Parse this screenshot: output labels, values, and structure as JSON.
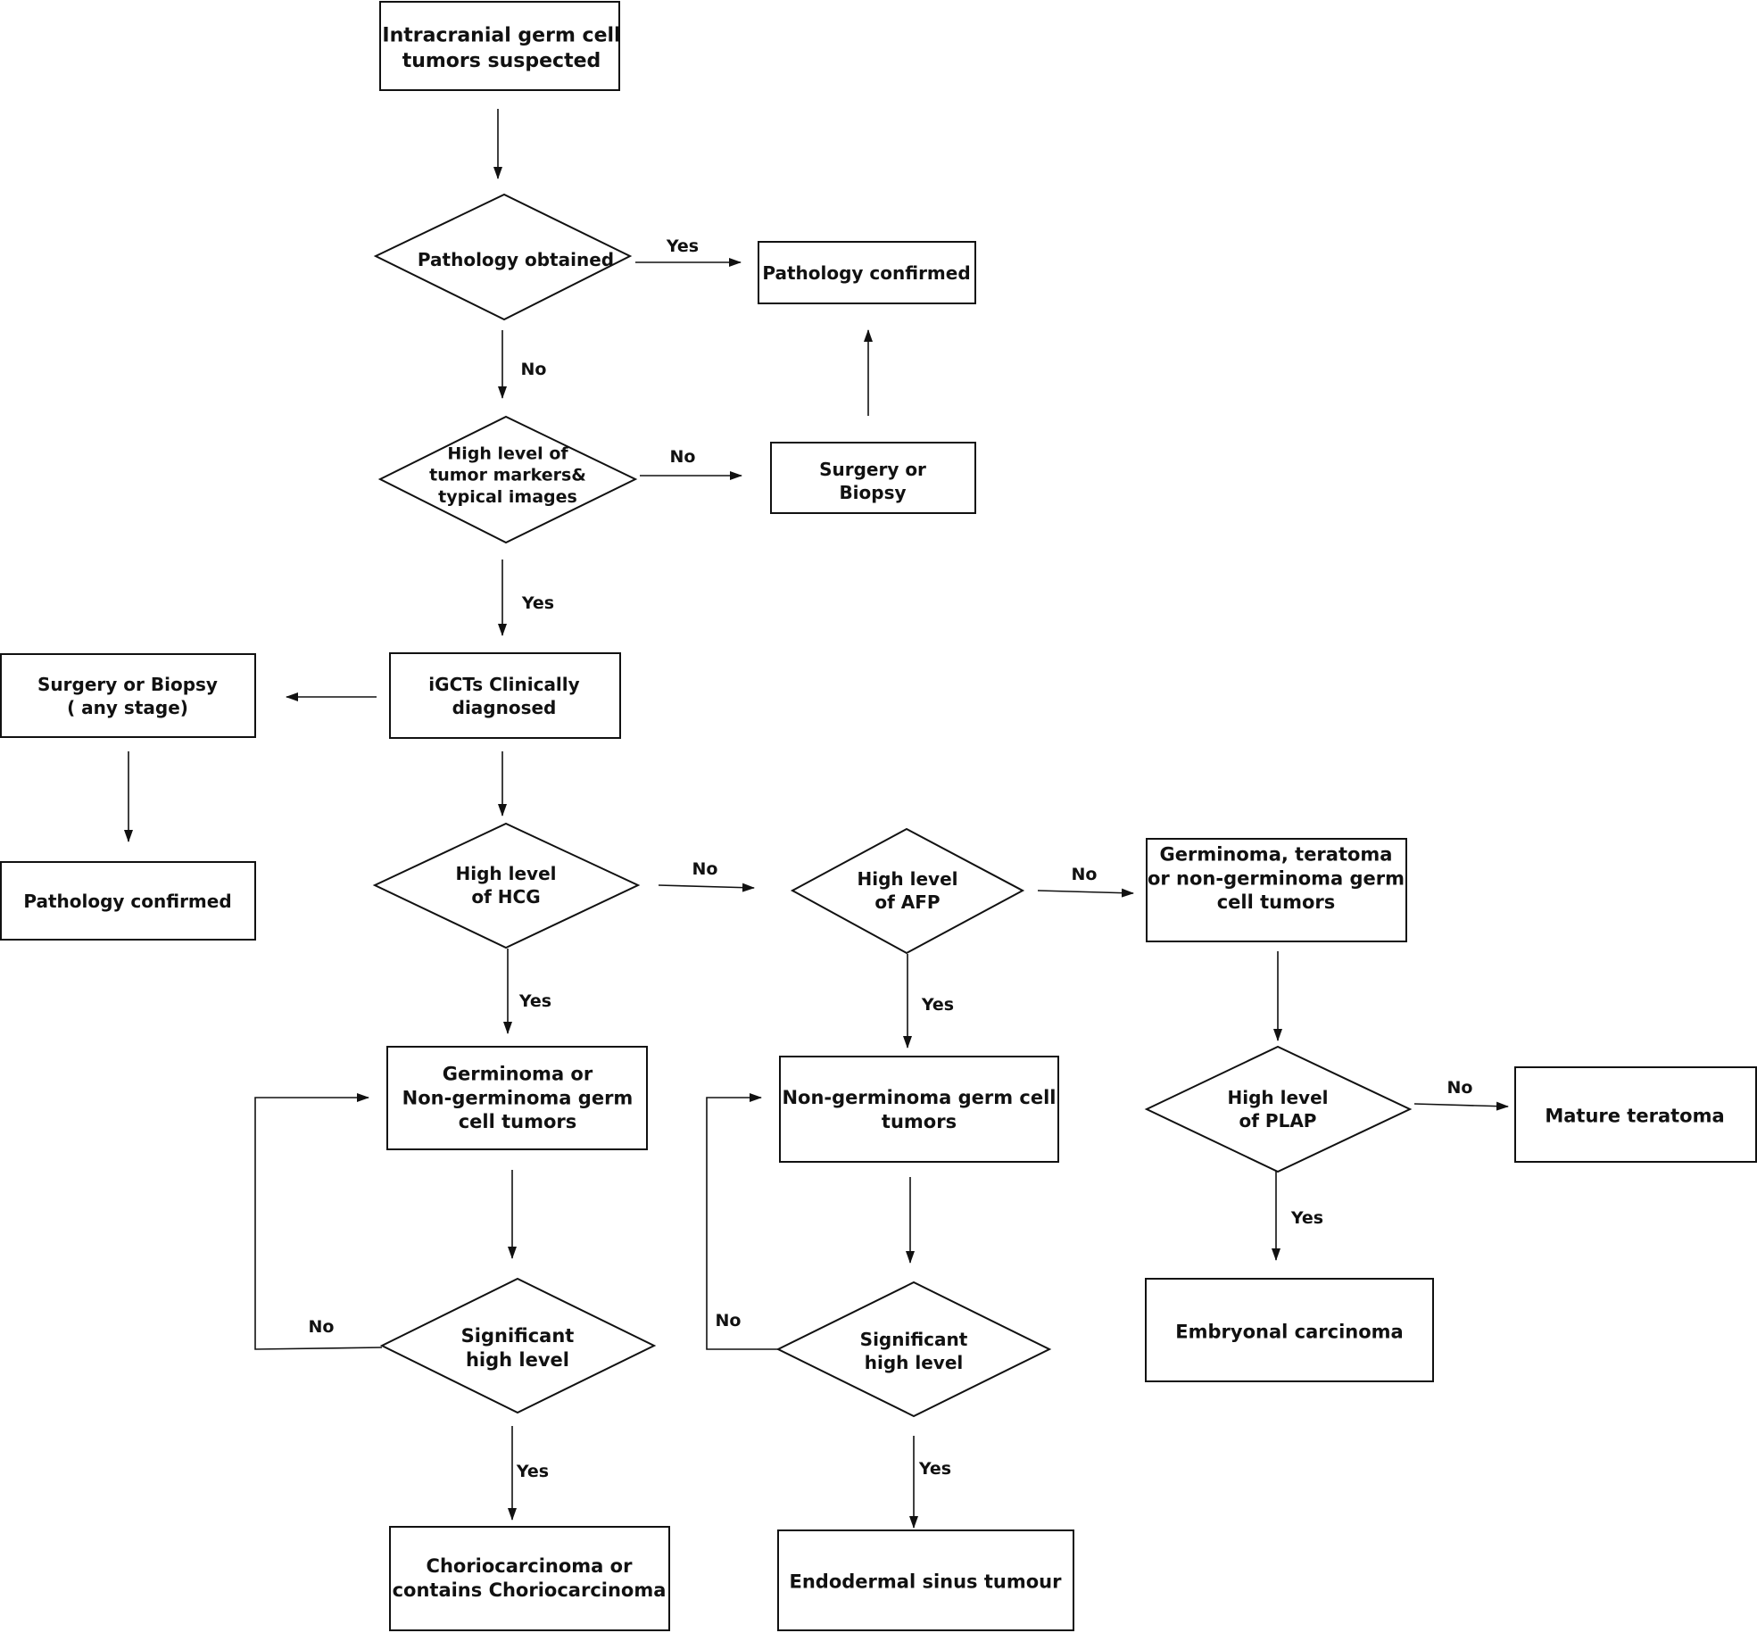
{
  "nodes": {
    "start": [
      "Intracranial germ cell",
      "tumors suspected"
    ],
    "pathology_obtained": [
      "Pathology obtained"
    ],
    "pathology_confirmed_top": [
      "Pathology confirmed"
    ],
    "high_markers": [
      "High level of",
      "tumor markers&",
      "typical images"
    ],
    "surgery_biopsy_top": [
      "Surgery or",
      "Biopsy"
    ],
    "igcts_diagnosed": [
      "iGCTs Clinically",
      "diagnosed"
    ],
    "surgery_biopsy_any": [
      "Surgery or Biopsy",
      "( any stage)"
    ],
    "pathology_confirmed_left": [
      "Pathology confirmed"
    ],
    "high_hcg": [
      "High level",
      "of HCG"
    ],
    "high_afp": [
      "High level",
      "of AFP"
    ],
    "germ_teratoma_nongerm": [
      "Germinoma, teratoma",
      "or non-germinoma germ",
      "cell tumors"
    ],
    "germinoma_or_nongerm": [
      "Germinoma or",
      "Non-germinoma germ",
      "cell tumors"
    ],
    "nongerminoma": [
      "Non-germinoma germ cell",
      "tumors"
    ],
    "high_plap": [
      "High level",
      "of PLAP"
    ],
    "mature_teratoma": [
      "Mature teratoma"
    ],
    "significant_1": [
      "Significant",
      "high level"
    ],
    "significant_2": [
      "Significant",
      "high level"
    ],
    "embryonal": [
      "Embryonal carcinoma"
    ],
    "choriocarcinoma": [
      "Choriocarcinoma or",
      "contains Choriocarcinoma"
    ],
    "endodermal": [
      "Endodermal sinus tumour"
    ]
  },
  "edges": {
    "yes_pathology": "Yes",
    "no_pathology": "No",
    "no_markers": "No",
    "yes_markers": "Yes",
    "no_hcg": "No",
    "yes_hcg": "Yes",
    "no_afp": "No",
    "yes_afp": "Yes",
    "no_plap": "No",
    "yes_plap": "Yes",
    "no_sig1": "No",
    "yes_sig1": "Yes",
    "no_sig2": "No",
    "yes_sig2": "Yes"
  }
}
